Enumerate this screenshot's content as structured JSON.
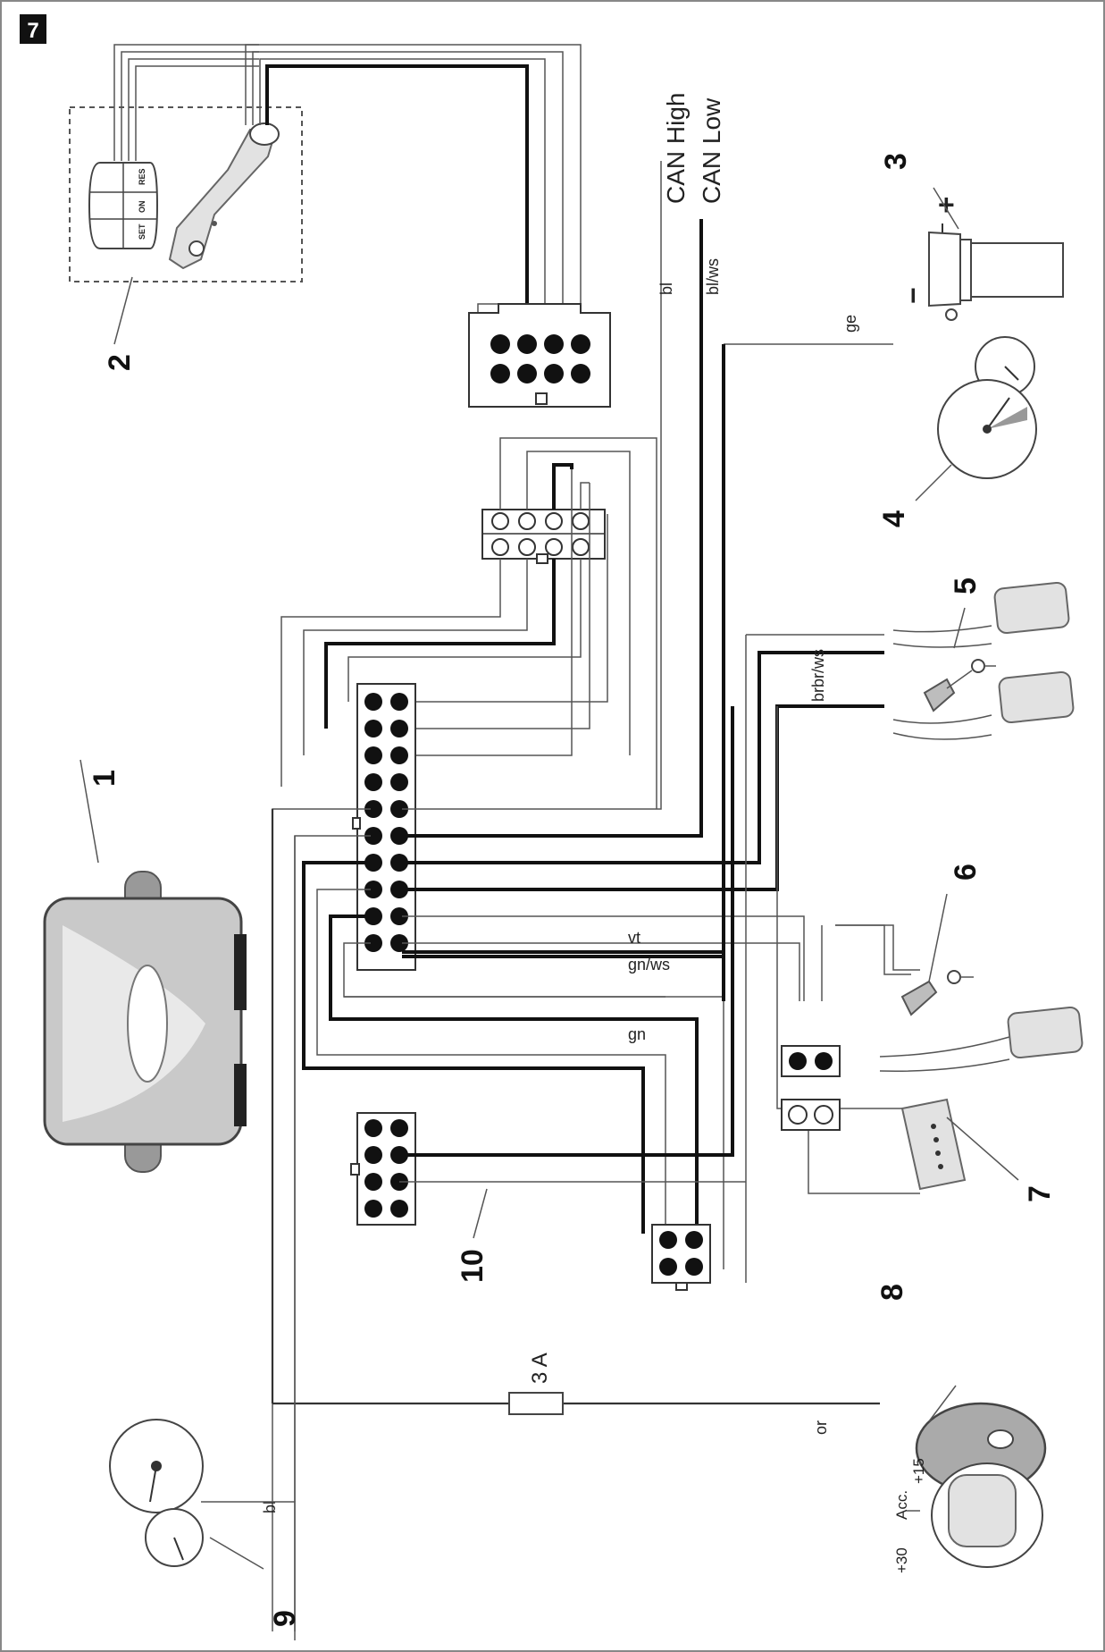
{
  "figure_number": "7",
  "components": {
    "n1": "1",
    "n2": "2",
    "n3": "3",
    "n4": "4",
    "n5": "5",
    "n6": "6",
    "n7": "7",
    "n8": "8",
    "n9": "9",
    "n10": "10"
  },
  "switch_labels": {
    "set": "SET",
    "on": "ON",
    "res": "RES"
  },
  "can": {
    "high": "CAN High",
    "low": "CAN Low"
  },
  "wire_labels": {
    "bl_can": "bl",
    "blws": "bl/ws",
    "ge": "ge",
    "brbrws": "brbr/ws",
    "vt": "vt",
    "gnws": "gn/ws",
    "gn": "gn",
    "or": "or",
    "bl_speedo": "bl"
  },
  "fuse_label": "3 A",
  "polarity": {
    "plus": "+",
    "minus": "−"
  },
  "ignition": {
    "p30": "+30",
    "acc": "Acc.",
    "p15": "+15"
  }
}
